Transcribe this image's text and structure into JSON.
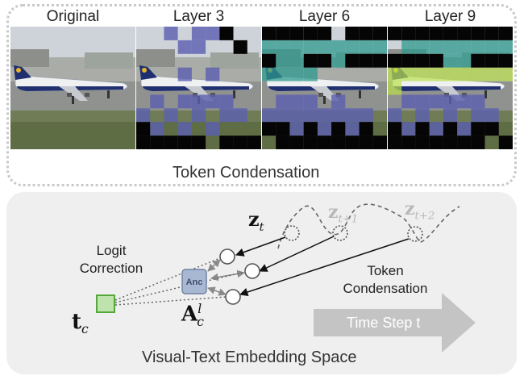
{
  "top_panel": {
    "frames": [
      {
        "title": "Original"
      },
      {
        "title": "Layer 3"
      },
      {
        "title": "Layer 6"
      },
      {
        "title": "Layer 9"
      }
    ],
    "caption": "Token Condensation"
  },
  "bottom_panel": {
    "z_t": "z",
    "z_t_sub": "t",
    "z_t1": "z",
    "z_t1_sub": "t+1",
    "z_t2": "z",
    "z_t2_sub": "t+2",
    "logit_correction": [
      "Logit",
      "Correction"
    ],
    "token_condensation": [
      "Token",
      "Condensation"
    ],
    "anchor_label": "Anc",
    "t_c": "t",
    "t_c_sub": "c",
    "A_c": "A",
    "A_c_sub": "c",
    "A_c_sup": "l",
    "time_step": "Time Step t",
    "caption": "Visual-Text Embedding Space"
  },
  "colors": {
    "token_purple": "#5b5fb0",
    "token_black": "#050505",
    "token_teal": "#2e9a8e",
    "token_lime": "#b9e04b",
    "anchor_fill": "#a9b8d2",
    "text_anchor_fill": "#bfe3ad",
    "text_anchor_stroke": "#57a83a",
    "arrow_grey": "#c4c4c4"
  }
}
